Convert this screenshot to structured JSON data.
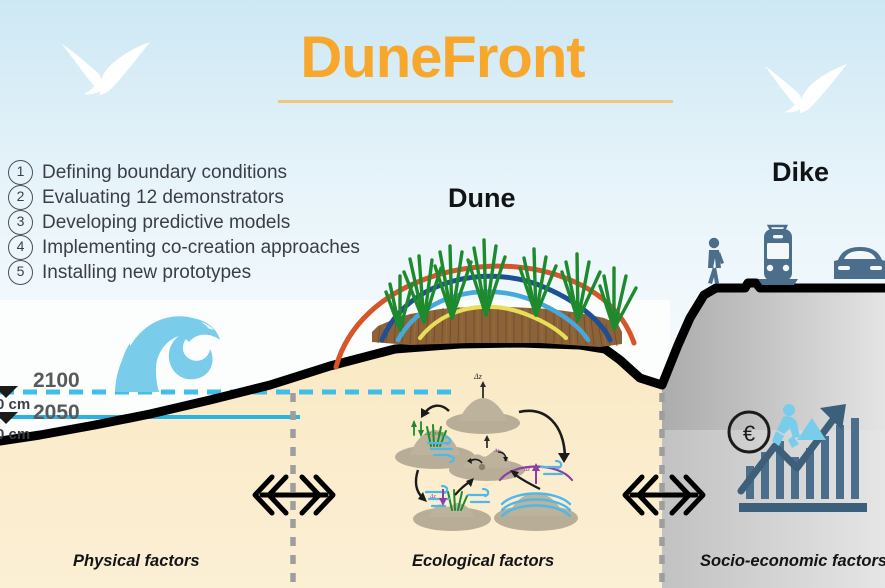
{
  "title": "DuneFront",
  "colors": {
    "title_orange": "#F7A72C",
    "title_rule": "#F2C77A",
    "sky_top": "#CDE8F4",
    "sky_bottom": "#F6FBFD",
    "sand": "#FAEBC8",
    "sand_deep": "#F6E2B4",
    "dike_gray_light": "#CFCFCF",
    "dike_gray_dark": "#9A9A9A",
    "profile_line": "#000000",
    "sea_2100": "#3FBEE8",
    "sea_2050": "#2BB3E3",
    "wave": "#79CCEA",
    "grass_green": "#1E8A2E",
    "brushwood": "#8C6239",
    "arc_red": "#D8542A",
    "arc_darkblue": "#1F4F94",
    "arc_lightblue": "#47A8DC",
    "arc_yellow": "#E8DE5A",
    "infra_blue": "#4A6E8C",
    "divider_gray": "#9E9E9E",
    "gull_white": "#FFFFFF"
  },
  "objectives": [
    {
      "num": "1",
      "label": "Defining boundary conditions"
    },
    {
      "num": "2",
      "label": "Evaluating 12 demonstrators"
    },
    {
      "num": "3",
      "label": "Developing predictive models"
    },
    {
      "num": "4",
      "label": "Implementing co-creation approaches"
    },
    {
      "num": "5",
      "label": "Installing new prototypes"
    }
  ],
  "features": {
    "dune_label": "Dune",
    "dike_label": "Dike"
  },
  "sea_levels": [
    {
      "year": "2100",
      "rise": "0 cm",
      "style": "dashed"
    },
    {
      "year": "2050",
      "rise": "0 cm",
      "style": "solid"
    }
  ],
  "zones": [
    {
      "name": "physical",
      "label": "Physical factors"
    },
    {
      "name": "ecological",
      "label": "Ecological factors"
    },
    {
      "name": "socio",
      "label": "Socio-economic factors"
    }
  ],
  "eco_diagram": {
    "label_dz": "Δz",
    "label_dz_veg": "Δz_veg",
    "label_dz_2": "Δz",
    "label_dz_3": "Δz"
  },
  "socio_icon": {
    "currency": "€"
  }
}
